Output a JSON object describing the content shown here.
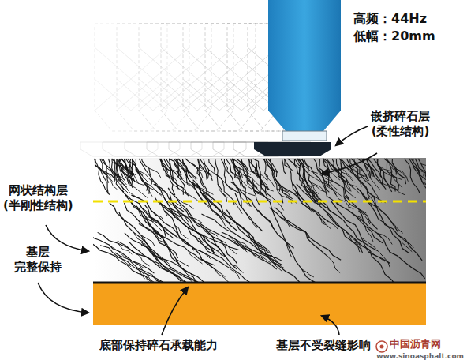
{
  "diagram": {
    "labels": [
      "高频：44Hz",
      "低幅：20mm",
      "嵌挤碎石层 (柔性结构)",
      "网状结构层 (半刚性结构)",
      "基层 完整保持",
      "底部保持碎石承载能力",
      "基层不受裂缝影响",
      "中国沥青网",
      "www.sinoasphalt.com"
    ]
  }
}
